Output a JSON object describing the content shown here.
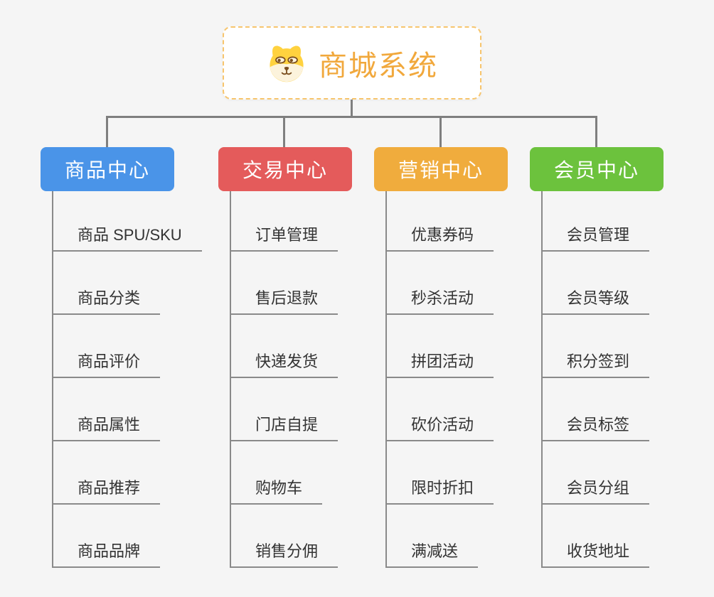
{
  "canvas": {
    "background": "#f5f5f5",
    "connector_color": "#7f7f7f"
  },
  "root": {
    "title": "商城系统",
    "icon": "dog-face-icon",
    "text_color": "#f1a83c",
    "border_color": "#f7c56d"
  },
  "branches": [
    {
      "label": "商品中心",
      "color": "#4a94e8",
      "children": [
        "商品 SPU/SKU",
        "商品分类",
        "商品评价",
        "商品属性",
        "商品推荐",
        "商品品牌"
      ]
    },
    {
      "label": "交易中心",
      "color": "#e45b5b",
      "children": [
        "订单管理",
        "售后退款",
        "快递发货",
        "门店自提",
        "购物车",
        "销售分佣"
      ]
    },
    {
      "label": "营销中心",
      "color": "#f0ac3d",
      "children": [
        "优惠券码",
        "秒杀活动",
        "拼团活动",
        "砍价活动",
        "限时折扣",
        "满减送"
      ]
    },
    {
      "label": "会员中心",
      "color": "#6cc23d",
      "children": [
        "会员管理",
        "会员等级",
        "积分签到",
        "会员标签",
        "会员分组",
        "收货地址"
      ]
    }
  ]
}
